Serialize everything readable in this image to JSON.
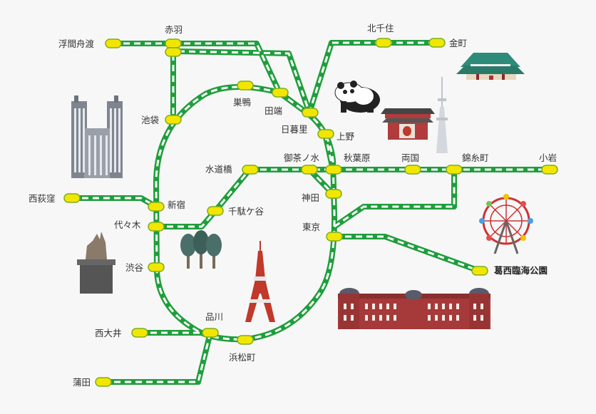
{
  "map": {
    "stations": {
      "ukima_funado": "浮間舟渡",
      "akabane": "赤羽",
      "kita_senju": "北千住",
      "kanamachi": "金町",
      "sugamo": "巣鴨",
      "tabata": "田端",
      "ikebukuro": "池袋",
      "nippori": "日暮里",
      "ueno": "上野",
      "suidobashi": "水道橋",
      "ochanomizu": "御茶ノ水",
      "akihabara": "秋葉原",
      "ryogoku": "両国",
      "kinshicho": "錦糸町",
      "koiwa": "小岩",
      "nishi_ogikubo": "西荻窪",
      "shinjuku": "新宿",
      "sendagaya": "千駄ケ谷",
      "kanda": "神田",
      "yoyogi": "代々木",
      "tokyo": "東京",
      "kasai_rinkai_koen": "葛西臨海公園",
      "shibuya": "渋谷",
      "shinagawa": "品川",
      "nishi_oi": "西大井",
      "hamamatsucho": "浜松町",
      "kamata": "蒲田"
    },
    "colors": {
      "line_green": "#1f9e3c",
      "station_fill": "#f2e600",
      "station_stroke": "#7fae1c",
      "background": "#f7f7f7"
    },
    "icons": [
      "tocho-building-icon",
      "hachiko-statue-icon",
      "forest-trees-icon",
      "tokyo-tower-icon",
      "panda-icon",
      "kaminarimon-gate-icon",
      "skytree-icon",
      "shrine-icon",
      "ferris-wheel-icon",
      "tokyo-station-building-icon"
    ]
  }
}
